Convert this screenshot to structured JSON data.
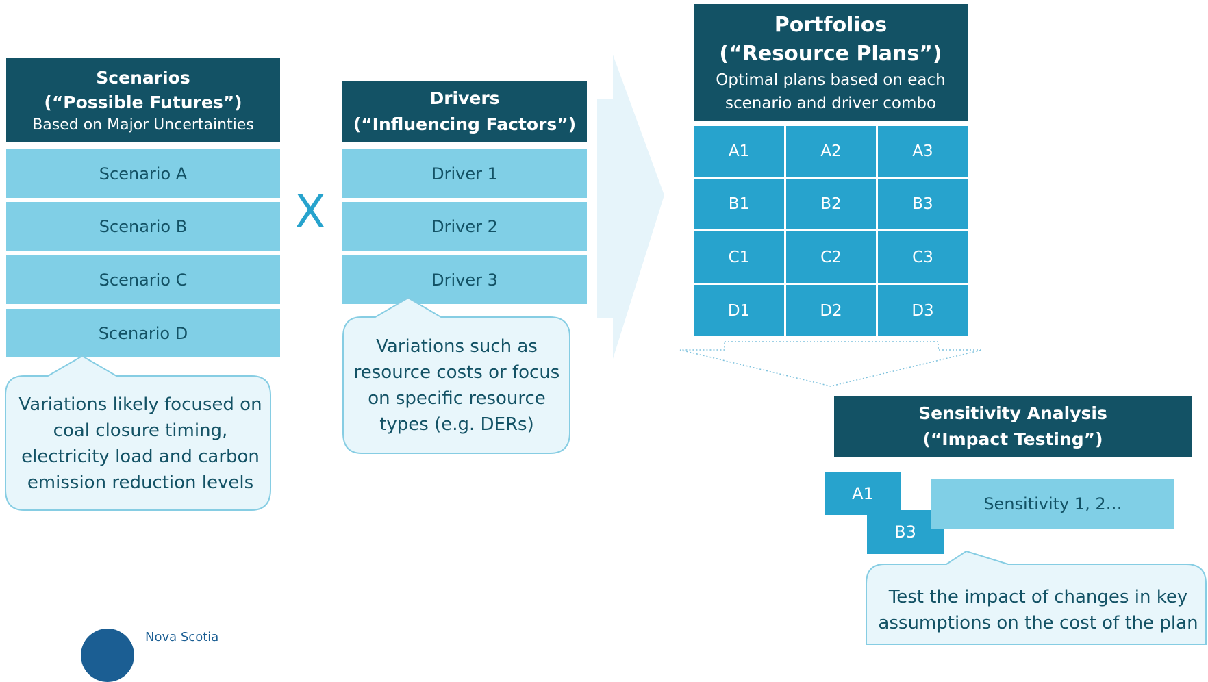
{
  "scenarios": {
    "title1": "Scenarios",
    "title2": "(“Possible Futures”)",
    "subtitle": "Based on Major Uncertainties",
    "rows": [
      "Scenario A",
      "Scenario B",
      "Scenario C",
      "Scenario D"
    ],
    "note": "Variations likely focused on coal closure timing, electricity load and carbon emission reduction levels"
  },
  "operator": "X",
  "drivers": {
    "title1": "Drivers",
    "title2": "(“Influencing Factors”)",
    "rows": [
      "Driver 1",
      "Driver 2",
      "Driver 3"
    ],
    "note": "Variations such as resource costs or focus on specific resource types (e.g. DERs)"
  },
  "portfolios": {
    "title1": "Portfolios",
    "title2": "(“Resource Plans”)",
    "subtitle1": "Optimal plans based on each",
    "subtitle2": "scenario and driver combo",
    "grid": [
      [
        "A1",
        "A2",
        "A3"
      ],
      [
        "B1",
        "B2",
        "B3"
      ],
      [
        "C1",
        "C2",
        "C3"
      ],
      [
        "D1",
        "D2",
        "D3"
      ]
    ]
  },
  "sensitivity": {
    "title1": "Sensitivity Analysis",
    "title2": "(“Impact Testing”)",
    "tile1": "A1",
    "tile2": "B3",
    "bar": "Sensitivity 1, 2…",
    "note": "Test the impact of changes in key assumptions on the cost of the plan"
  },
  "logo": {
    "text": "Nova Scotia"
  },
  "colors": {
    "dark": "#135265",
    "light": "#80cfe6",
    "mid": "#27a3cd",
    "callout_bg": "#e8f6fb",
    "callout_border": "#86cde3",
    "arrow": "#e6f4fa"
  }
}
